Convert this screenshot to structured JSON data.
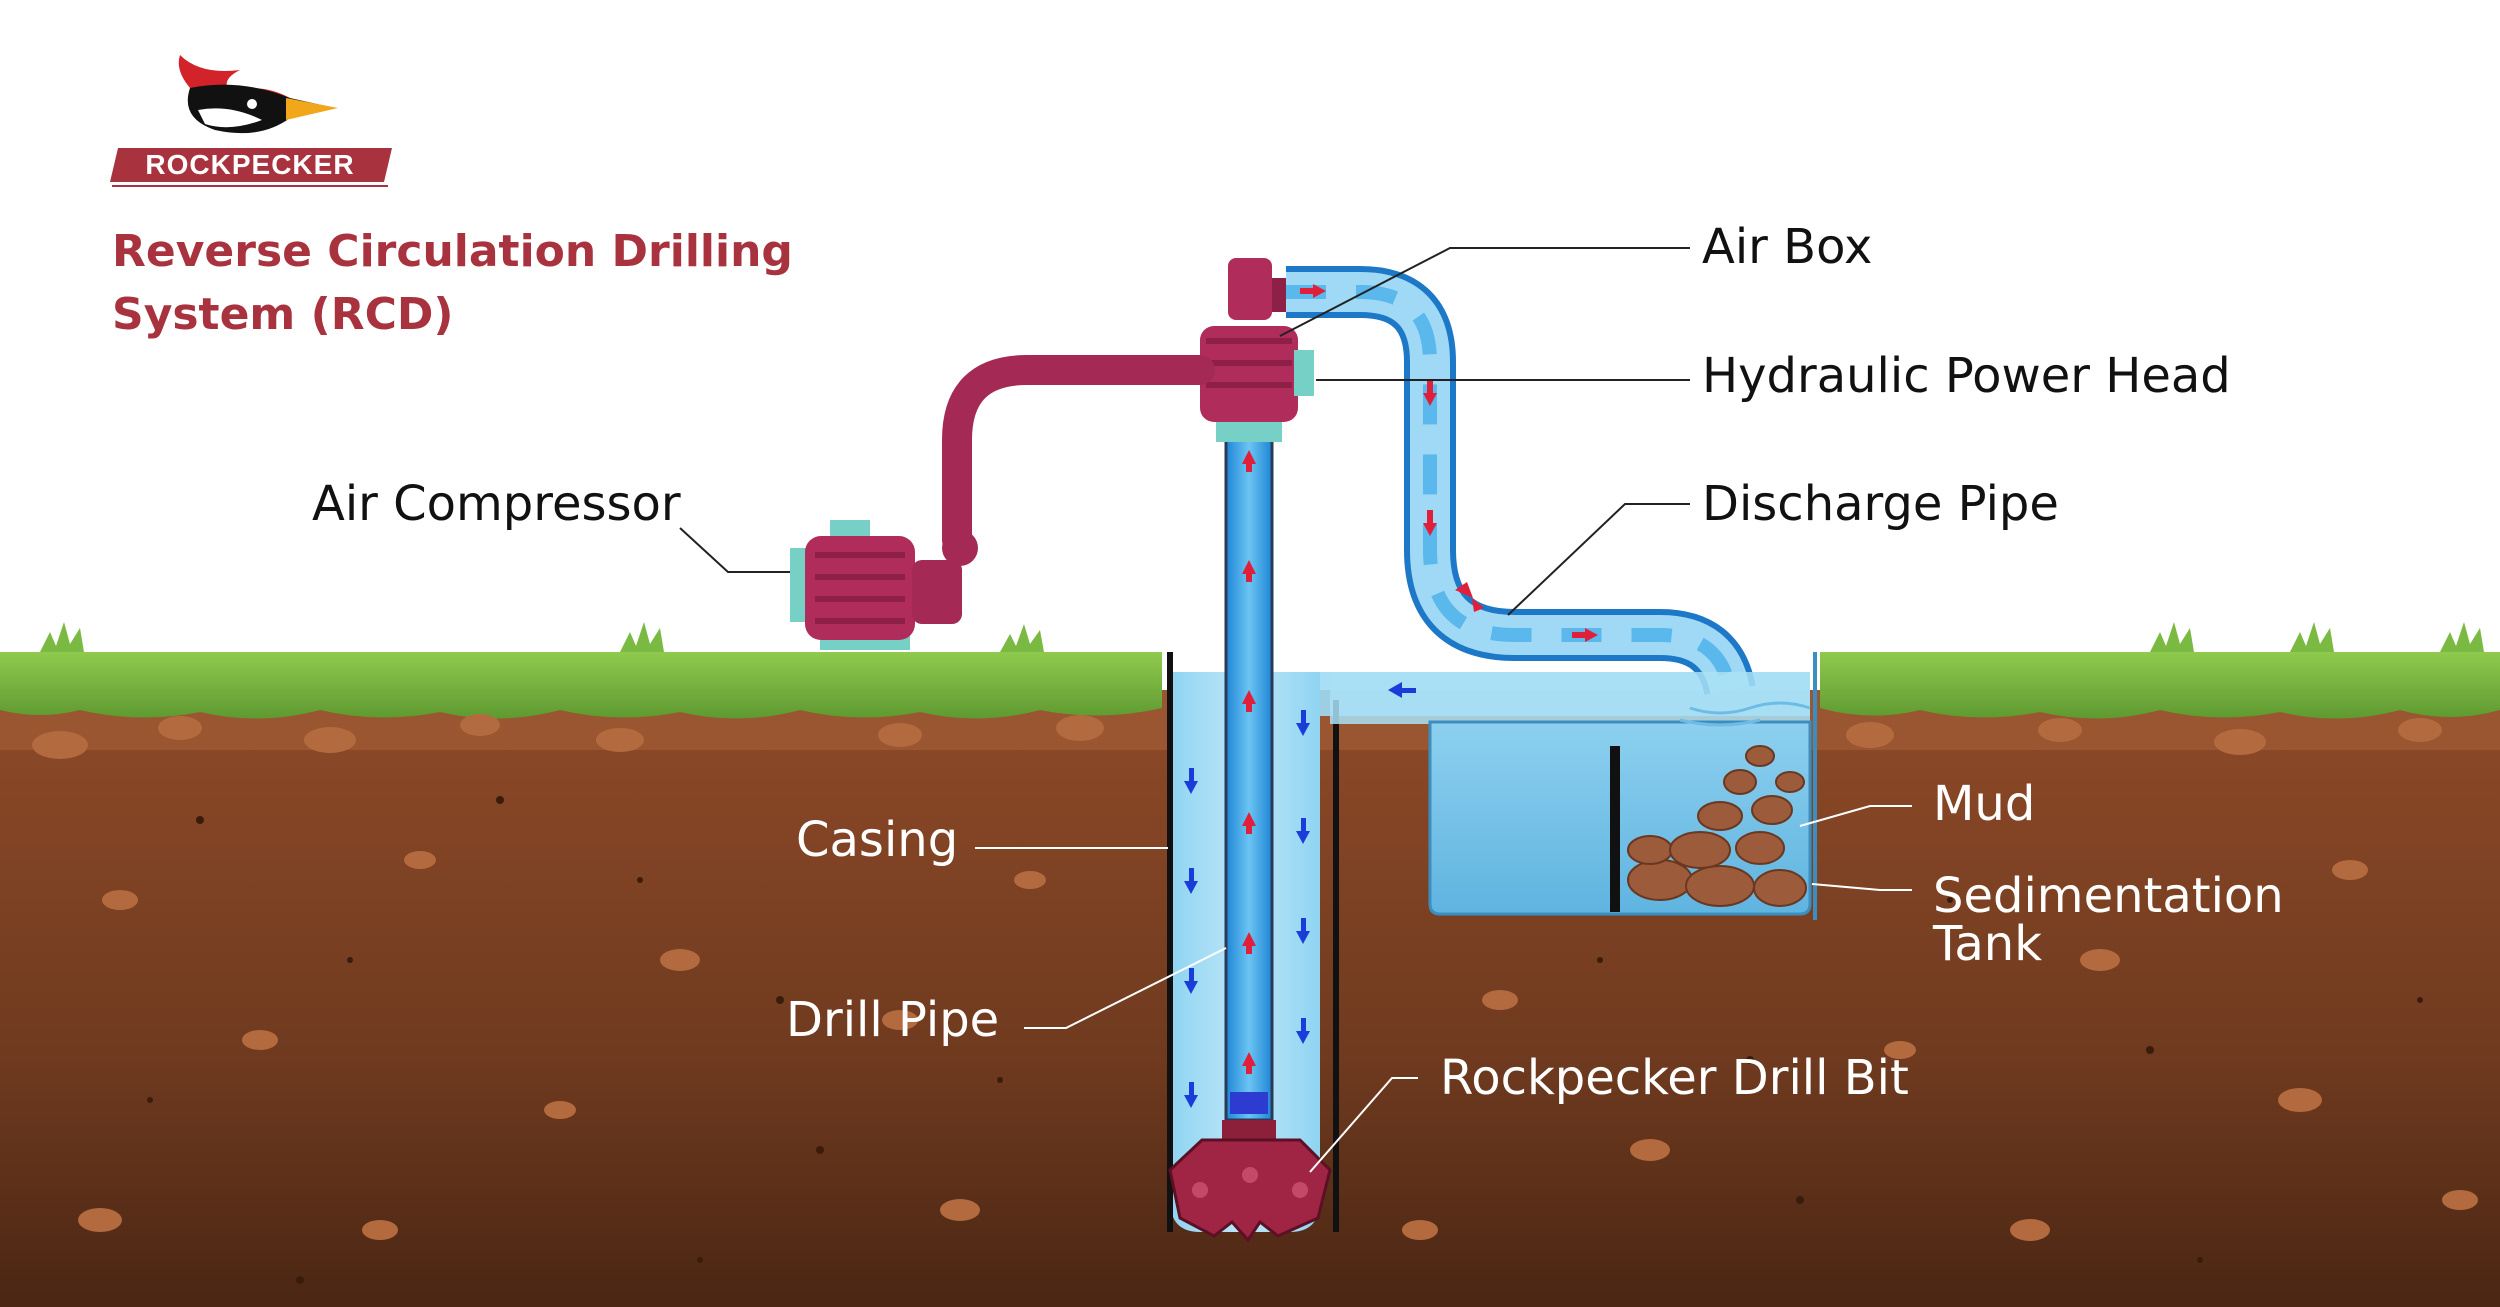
{
  "brand": {
    "name": "ROCKPECKER"
  },
  "title": {
    "line1": "Reverse Circulation Drilling",
    "line2": "System (RCD)"
  },
  "labels": {
    "air_box": "Air Box",
    "hydraulic_power_head": "Hydraulic Power Head",
    "discharge_pipe": "Discharge Pipe",
    "air_compressor": "Air Compressor",
    "casing": "Casing",
    "drill_pipe": "Drill Pipe",
    "rockpecker_drill_bit": "Rockpecker Drill Bit",
    "mud": "Mud",
    "sedimentation_tank_line1": "Sedimentation",
    "sedimentation_tank_line2": "Tank"
  },
  "colors": {
    "brand_red": "#a8323e",
    "equipment": "#a42a55",
    "water": "#4db2e6",
    "soil": "#8a4a28",
    "grass": "#7ab942",
    "flow_up": "#e0203a",
    "flow_down": "#1a3cd9"
  }
}
